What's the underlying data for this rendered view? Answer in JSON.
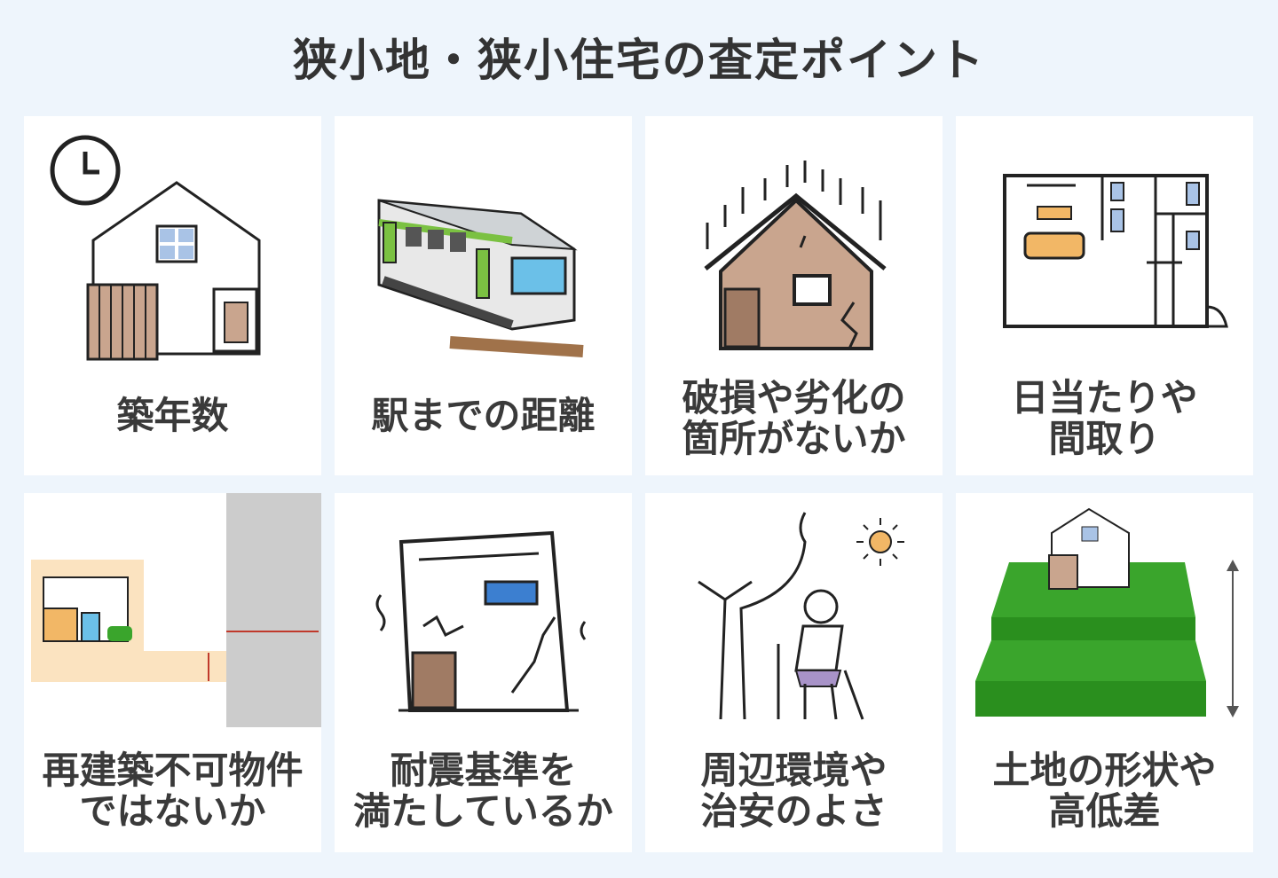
{
  "title": "狭小地・狭小住宅の査定ポイント",
  "cards": [
    {
      "label": "築年数",
      "icon": "house-clock-icon"
    },
    {
      "label": "駅までの距離",
      "icon": "train-icon"
    },
    {
      "label": "破損や劣化の\n箇所がないか",
      "icon": "damaged-house-icon"
    },
    {
      "label": "日当たりや\n間取り",
      "icon": "floor-plan-icon"
    },
    {
      "label": "再建築不可物件\nではないか",
      "icon": "road-access-icon"
    },
    {
      "label": "耐震基準を\n満たしているか",
      "icon": "earthquake-building-icon"
    },
    {
      "label": "周辺環境や\n治安のよさ",
      "icon": "neighborhood-icon"
    },
    {
      "label": "土地の形状や\n高低差",
      "icon": "elevated-land-icon"
    }
  ],
  "colors": {
    "background": "#eef5fc",
    "card": "#ffffff",
    "wood": "#c9a58e",
    "green": "#3aa52c",
    "sand": "#fbe3c0",
    "gray": "#cccccc",
    "accent_red": "#c0392b"
  }
}
